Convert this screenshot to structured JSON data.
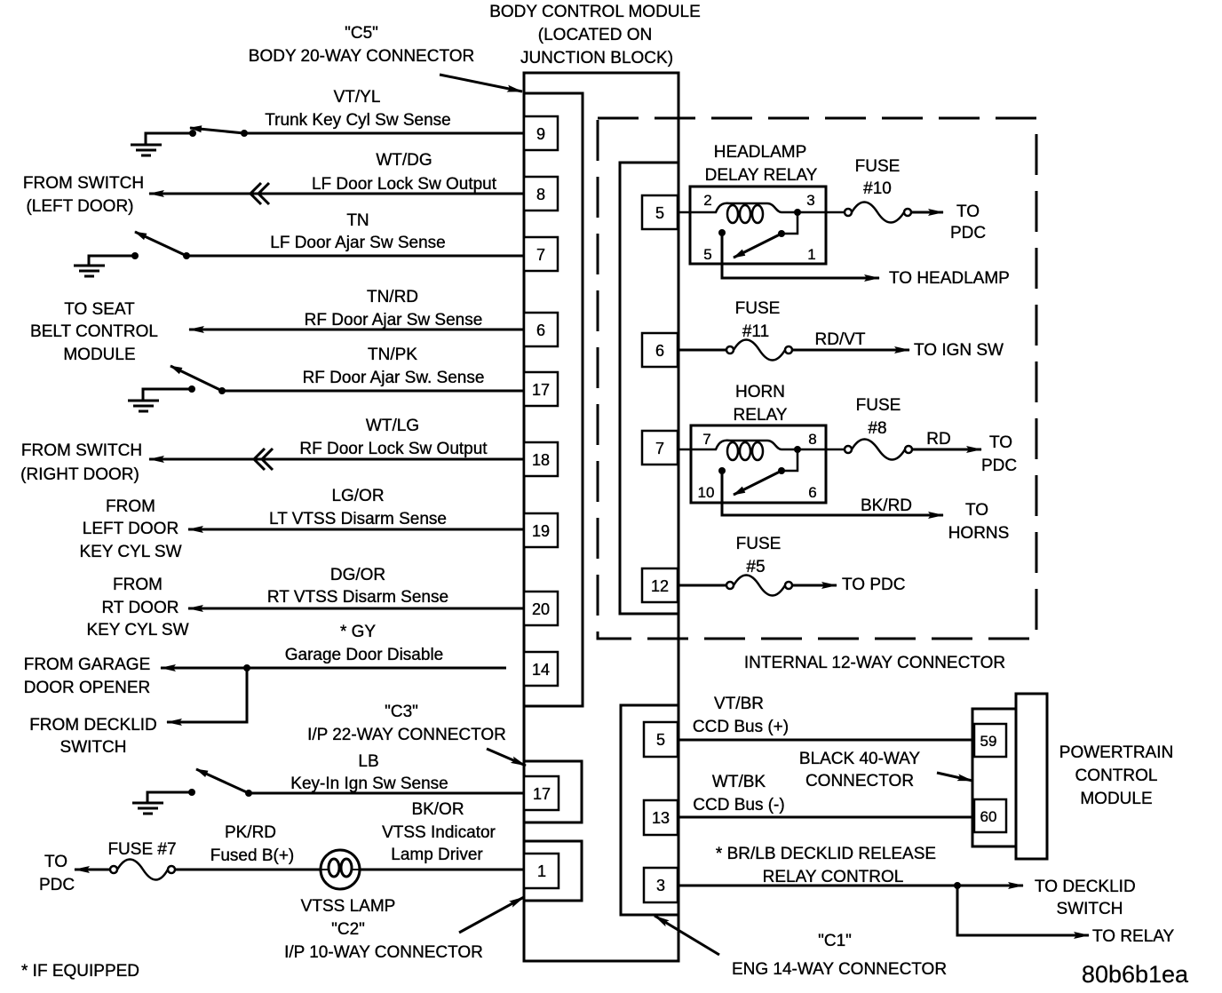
{
  "module": {
    "title": [
      "BODY CONTROL MODULE",
      "(LOCATED ON",
      "JUNCTION BLOCK)"
    ]
  },
  "connectors": {
    "c5": {
      "id": "\"C5\"",
      "name": "BODY 20-WAY CONNECTOR"
    },
    "c3": {
      "id": "\"C3\"",
      "name": "I/P 22-WAY CONNECTOR"
    },
    "c2": {
      "id": "\"C2\"",
      "name": "I/P 10-WAY CONNECTOR"
    },
    "c1": {
      "id": "\"C1\"",
      "name": "ENG 14-WAY CONNECTOR"
    },
    "internal": {
      "name": "INTERNAL 12-WAY CONNECTOR"
    },
    "pcm_connector": {
      "name": [
        "BLACK 40-WAY",
        "CONNECTOR"
      ]
    }
  },
  "left_circuits": [
    {
      "pin": "9",
      "wire": "VT/YL",
      "circuit": "Trunk Key Cyl Sw Sense"
    },
    {
      "pin": "8",
      "wire": "WT/DG",
      "circuit": "LF Door Lock Sw Output",
      "dest": [
        "FROM SWITCH",
        "(LEFT DOOR)"
      ]
    },
    {
      "pin": "7",
      "wire": "TN",
      "circuit": "LF Door Ajar Sw Sense"
    },
    {
      "pin": "6",
      "wire": "TN/RD",
      "circuit": "RF Door Ajar Sw Sense",
      "dest": [
        "TO SEAT",
        "BELT CONTROL",
        "MODULE"
      ]
    },
    {
      "pin": "17",
      "wire": "TN/PK",
      "circuit": "RF Door Ajar Sw. Sense"
    },
    {
      "pin": "18",
      "wire": "WT/LG",
      "circuit": "RF Door Lock Sw Output",
      "dest": [
        "FROM SWITCH",
        "(RIGHT DOOR)"
      ]
    },
    {
      "pin": "19",
      "wire": "LG/OR",
      "circuit": "LT VTSS Disarm Sense",
      "dest": [
        "FROM",
        "LEFT DOOR",
        "KEY CYL SW"
      ]
    },
    {
      "pin": "20",
      "wire": "DG/OR",
      "circuit": "RT VTSS Disarm Sense",
      "dest": [
        "FROM",
        "RT DOOR",
        "KEY CYL SW"
      ]
    },
    {
      "pin": "14",
      "wire": "* GY",
      "circuit": "Garage Door Disable",
      "dest": [
        "FROM GARAGE",
        "DOOR OPENER"
      ],
      "dest2": [
        "FROM DECKLID",
        "SWITCH"
      ]
    }
  ],
  "c3_circuit": {
    "pin": "17",
    "wire": "LB",
    "circuit": "Key-In Ign Sw Sense"
  },
  "c2_circuit": {
    "pin": "1",
    "wire": "BK/OR",
    "circuit": [
      "VTSS Indicator",
      "Lamp Driver"
    ],
    "feed_wire": "PK/RD",
    "feed_circuit": "Fused B(+)",
    "fuse": "FUSE #7",
    "dest": [
      "TO",
      "PDC"
    ],
    "lamp": "VTSS LAMP"
  },
  "internal_circuits": [
    {
      "pin": "5",
      "relay": [
        "HEADLAMP",
        "DELAY RELAY"
      ],
      "relay_pins": [
        "2",
        "3",
        "5",
        "1"
      ],
      "fuse": [
        "FUSE",
        "#10"
      ],
      "dest": [
        "TO",
        "PDC"
      ],
      "dest2": "TO HEADLAMP"
    },
    {
      "pin": "6",
      "fuse": [
        "FUSE",
        "#11"
      ],
      "wire": "RD/VT",
      "dest": "TO IGN SW"
    },
    {
      "pin": "7",
      "relay": [
        "HORN",
        "RELAY"
      ],
      "relay_pins": [
        "7",
        "8",
        "10",
        "6"
      ],
      "fuse": [
        "FUSE",
        "#8"
      ],
      "wire": "RD",
      "dest": [
        "TO",
        "PDC"
      ],
      "wire2": "BK/RD",
      "dest2": [
        "TO",
        "HORNS"
      ]
    },
    {
      "pin": "12",
      "fuse": [
        "FUSE",
        "#5"
      ],
      "dest": "TO PDC"
    }
  ],
  "c1_circuits": [
    {
      "pin": "5",
      "wire": "VT/BR",
      "circuit": "CCD Bus (+)",
      "pcm_pin": "59"
    },
    {
      "pin": "13",
      "wire": "WT/BK",
      "circuit": "CCD Bus (-)",
      "pcm_pin": "60"
    },
    {
      "pin": "3",
      "circuit": [
        "* BR/LB DECKLID RELEASE",
        "RELAY CONTROL"
      ],
      "dest": [
        "TO DECKLID",
        "SWITCH"
      ],
      "dest2": "TO RELAY"
    }
  ],
  "pcm": {
    "name": [
      "POWERTRAIN",
      "CONTROL",
      "MODULE"
    ]
  },
  "footnote": "* IF EQUIPPED",
  "figure_id": "80b6b1ea"
}
